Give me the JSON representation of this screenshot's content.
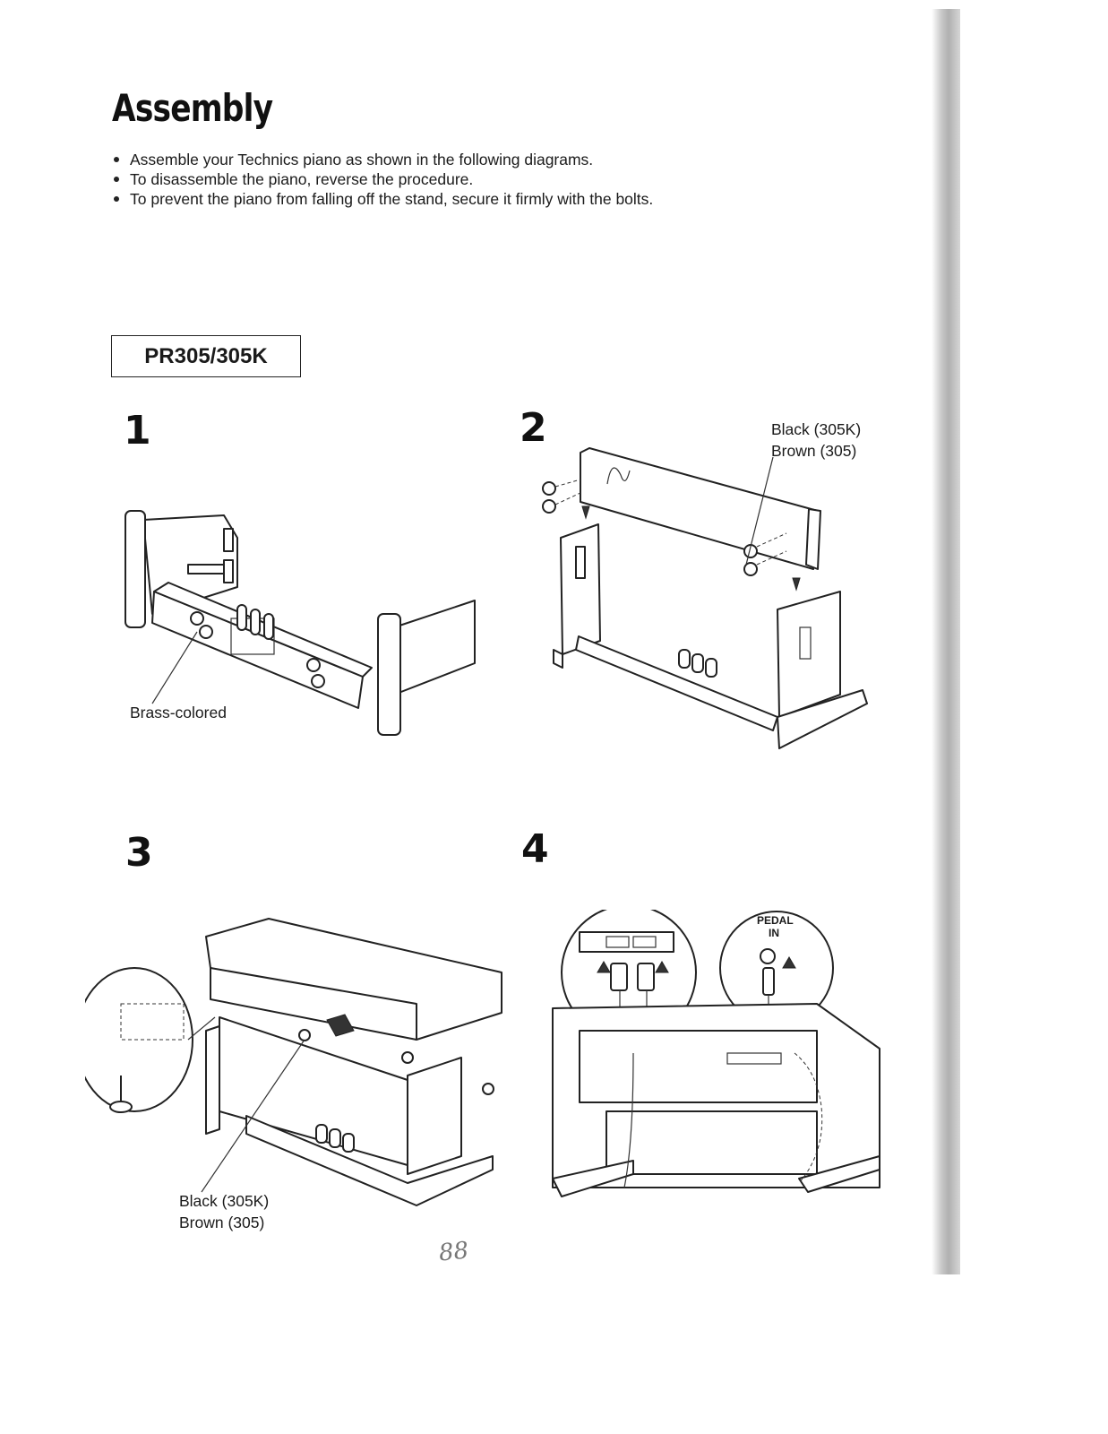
{
  "title": "Assembly",
  "bullets": [
    "Assemble your Technics piano as shown in the following diagrams.",
    "To disassemble the piano, reverse the procedure.",
    "To prevent the piano from falling off the stand, secure it firmly with the bolts."
  ],
  "model": "PR305/305K",
  "steps": [
    {
      "number": "1",
      "labels": [
        "Brass-colored"
      ]
    },
    {
      "number": "2",
      "labels": [
        "Black (305K)",
        "Brown (305)"
      ]
    },
    {
      "number": "3",
      "labels": [
        "Black (305K)",
        "Brown (305)"
      ]
    },
    {
      "number": "4",
      "labels": [
        "PEDAL",
        "IN"
      ]
    }
  ],
  "page_mark": "88"
}
